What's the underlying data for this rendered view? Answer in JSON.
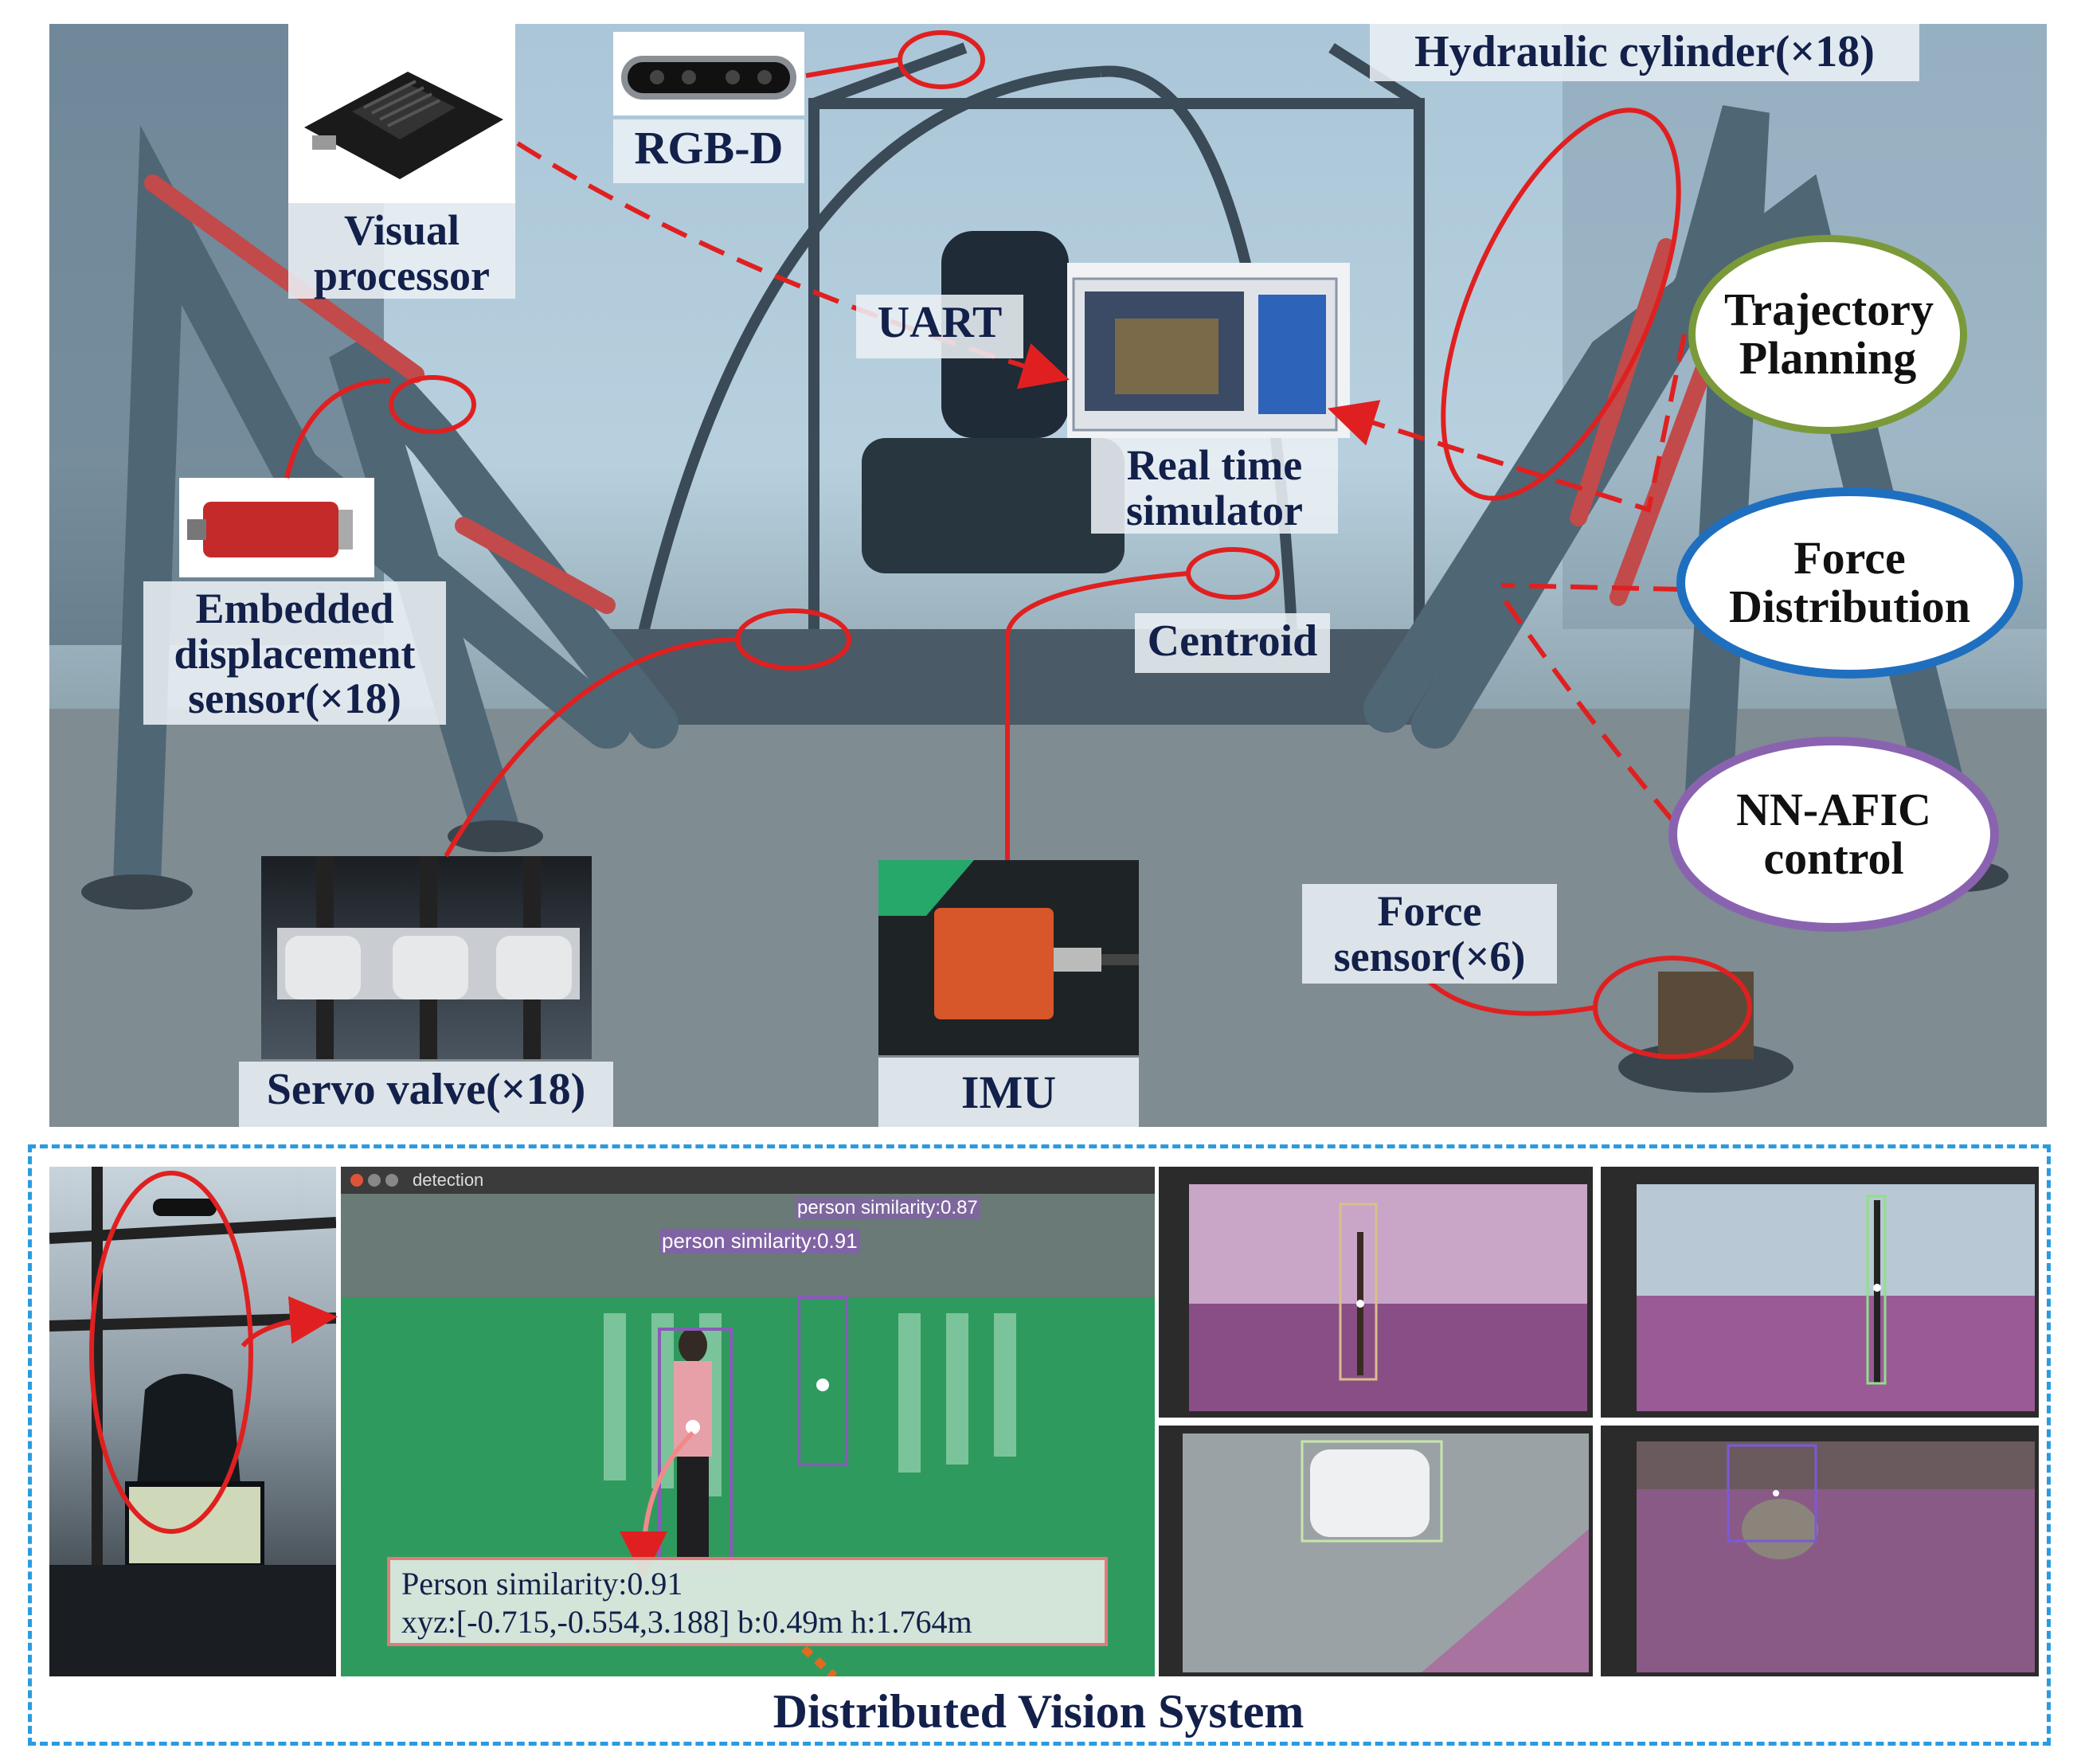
{
  "labels": {
    "rgbd": "RGB-D",
    "visual_processor": "Visual processor",
    "hydraulic_cylinder": "Hydraulic cylinder(×18)",
    "uart": "UART",
    "real_time_simulator": "Real time simulator",
    "embedded_sensor": "Embedded displacement sensor(×18)",
    "centroid": "Centroid",
    "servo_valve": "Servo valve(×18)",
    "imu": "IMU",
    "force_sensor": "Force sensor(×6)"
  },
  "control_modules": [
    {
      "label": "Trajectory Planning",
      "color": "#7a9a3a"
    },
    {
      "label": "Force Distribution",
      "color": "#1f6fc0"
    },
    {
      "label": "NN-AFIC control",
      "color": "#8a63b0"
    }
  ],
  "detection_window": {
    "title": "detection",
    "tags": [
      "person similarity:0.87",
      "person similarity:0.91"
    ],
    "info_line1": "Person similarity:0.91",
    "info_line2": "xyz:[-0.715,-0.554,3.188] b:0.49m h:1.764m"
  },
  "vision_section_title": "Distributed Vision System",
  "colors": {
    "annotation_red": "#e02020",
    "dashed_border_blue": "#2a9be0",
    "label_text": "#12204a"
  },
  "icons": [
    "depth-camera-icon",
    "processor-board-icon",
    "displacement-sensor-icon",
    "simulator-device-icon"
  ]
}
